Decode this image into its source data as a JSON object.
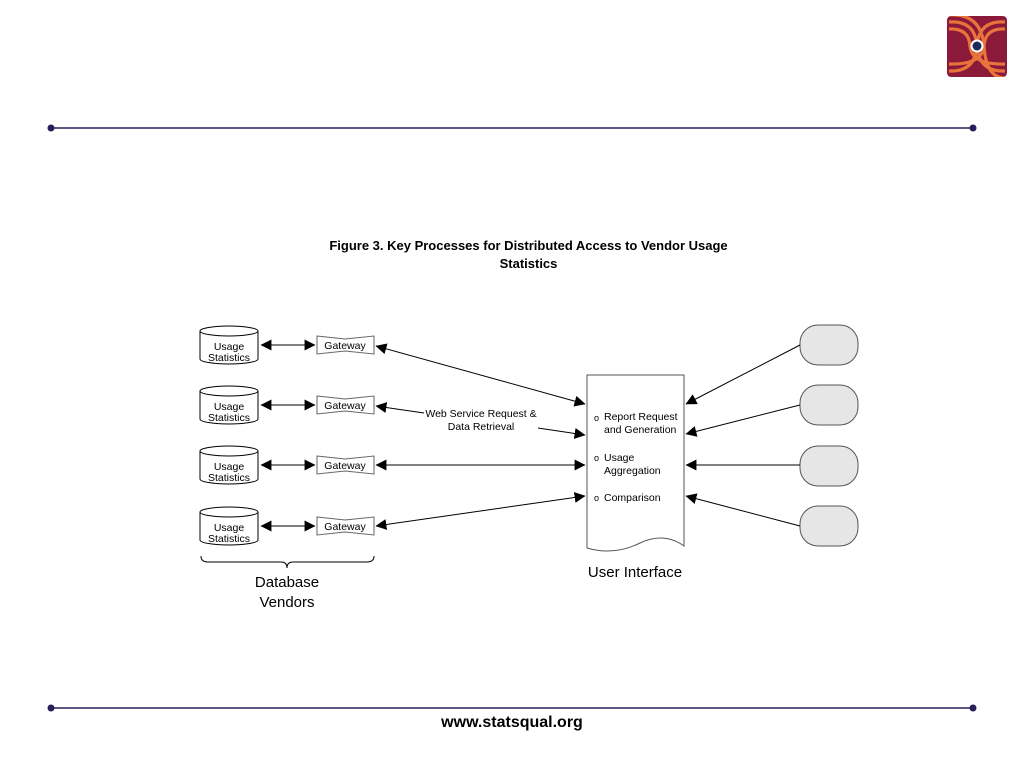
{
  "logo": {
    "name": "statsqual-logo",
    "colors": {
      "background": "#8b1a3a",
      "stripes": "#e8743b",
      "center": "#1f2a5a"
    }
  },
  "rule_color": "#2a1f5a",
  "figure": {
    "title": "Figure 3. Key Processes for Distributed Access to Vendor Usage Statistics",
    "databases": [
      {
        "line1": "Usage",
        "line2": "Statistics"
      },
      {
        "line1": "Usage",
        "line2": "Statistics"
      },
      {
        "line1": "Usage",
        "line2": "Statistics"
      },
      {
        "line1": "Usage",
        "line2": "Statistics"
      }
    ],
    "gateways": [
      "Gateway",
      "Gateway",
      "Gateway",
      "Gateway"
    ],
    "web_service_label": {
      "line1": "Web Service Request &",
      "line2": "Data Retrieval"
    },
    "vendors_label": {
      "line1": "Database",
      "line2": "Vendors"
    },
    "user_interface_label": "User Interface",
    "ui_items": [
      {
        "bullet": "o",
        "line1": "Report Request",
        "line2": "and Generation"
      },
      {
        "bullet": "o",
        "line1": "Usage",
        "line2": "Aggregation"
      },
      {
        "bullet": "o",
        "line1": "Comparison",
        "line2": ""
      }
    ],
    "client_fill": "#e6e6e6"
  },
  "footer": {
    "url": "www.statsqual.org"
  }
}
